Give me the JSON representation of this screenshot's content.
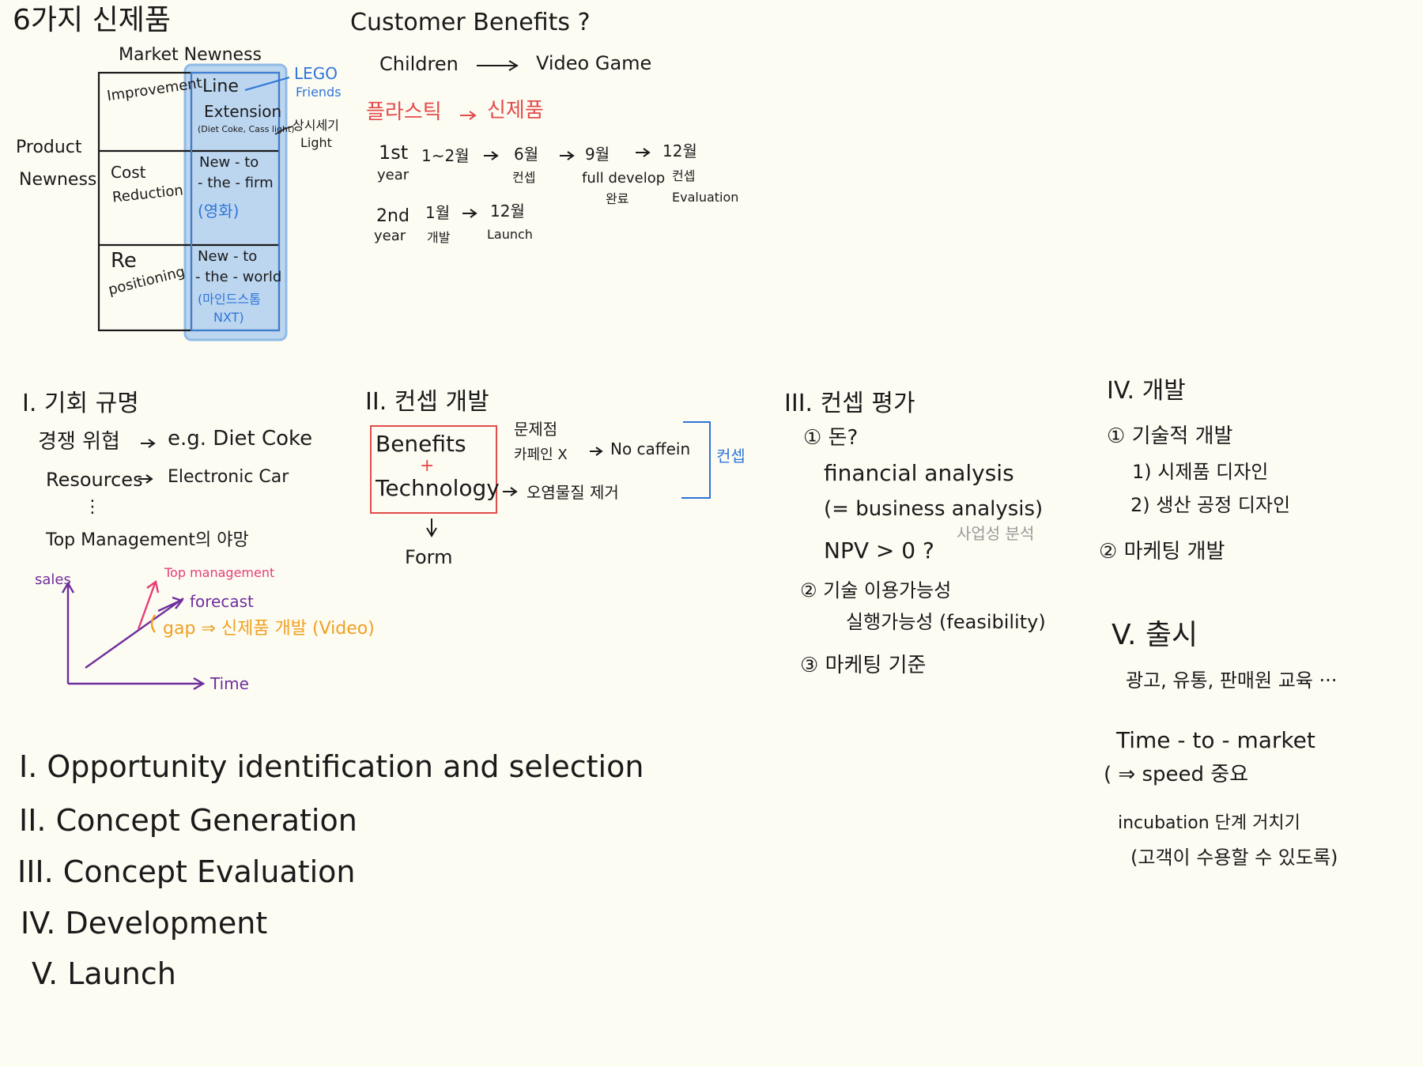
{
  "title": "6가지 신제품",
  "matrix": {
    "market_label": "Market Newness",
    "product_label_1": "Product",
    "product_label_2": "Newness",
    "rows": [
      {
        "left": "Improvement",
        "right_1": "Line",
        "right_2": "Extension",
        "right_note": "(Diet Coke, Cass light)"
      },
      {
        "left_1": "Cost",
        "left_2": "Reduction",
        "right_1": "New - to",
        "right_2": "- the - firm",
        "right_note": "(영화)"
      },
      {
        "left_1": "Re",
        "left_2": "positioning",
        "right_1": "New - to",
        "right_2": "- the - world",
        "right_note_1": "(마인드스톰",
        "right_note_2": "NXT)"
      }
    ],
    "side_notes": {
      "lego_1": "LEGO",
      "lego_2": "Friends",
      "cass_1": "상시세기",
      "cass_2": "Light"
    }
  },
  "benefits": {
    "title": "Customer Benefits ?",
    "children": "Children",
    "video_game": "Video Game",
    "plastic": "플라스틱",
    "new_product": "신제품",
    "year1_1": "1st",
    "year1_2": "year",
    "m1": "1~2월",
    "m6": "6월",
    "m6_note": "컨셉",
    "m9": "9월",
    "m9_note_1": "full develop",
    "m9_note_2": "완료",
    "m12": "12월",
    "m12_note_1": "컨셉",
    "m12_note_2": "Evaluation",
    "year2_1": "2nd",
    "year2_2": "year",
    "y2m1": "1월",
    "y2m1_note": "개발",
    "y2m12": "12월",
    "y2m12_note": "Launch"
  },
  "sec1": {
    "heading": "I. 기회 규명",
    "line1a": "경쟁 위협",
    "line1b": "e.g. Diet Coke",
    "line2a": "Resources",
    "line2b": "Electronic Car",
    "dots": "⋮",
    "line3": "Top Management의 야망",
    "graph": {
      "y_label": "sales",
      "x_label": "Time",
      "top": "Top management",
      "forecast": "forecast",
      "gap": "gap ⇒ 신제품 개발 (Video)"
    }
  },
  "sec2": {
    "heading": "II. 컨셉 개발",
    "box_1": "Benefits",
    "box_plus": "+",
    "box_2": "Technology",
    "problem": "문제점",
    "caffeine_a": "카페인 X",
    "caffeine_b": "No caffein",
    "pollutant": "오염물질 제거",
    "concept": "컨셉",
    "form": "Form"
  },
  "sec3": {
    "heading": "III. 컨셉 평가",
    "item1": "① 돈?",
    "fin": "financial analysis",
    "bus": "(= business analysis)",
    "bus_kr": "사업성 분석",
    "npv": "NPV > 0 ?",
    "item2": "② 기술 이용가능성",
    "feas": "실행가능성 (feasibility)",
    "item3": "③ 마케팅 기준"
  },
  "sec4": {
    "heading": "IV. 개발",
    "item1": "① 기술적 개발",
    "sub1": "1) 시제품 디자인",
    "sub2": "2) 생산 공정 디자인",
    "item2": "② 마케팅 개발"
  },
  "sec5": {
    "heading": "V. 출시",
    "line1": "광고, 유통, 판매원 교육 ···",
    "ttm": "Time - to - market",
    "speed": "( ⇒ speed 중요",
    "incubation": "incubation 단계 거치기",
    "accept": "(고객이 수용할 수 있도록)"
  },
  "summary": [
    "I. Opportunity identification and selection",
    "II. Concept Generation",
    "III. Concept Evaluation",
    "IV. Development",
    "V. Launch"
  ]
}
